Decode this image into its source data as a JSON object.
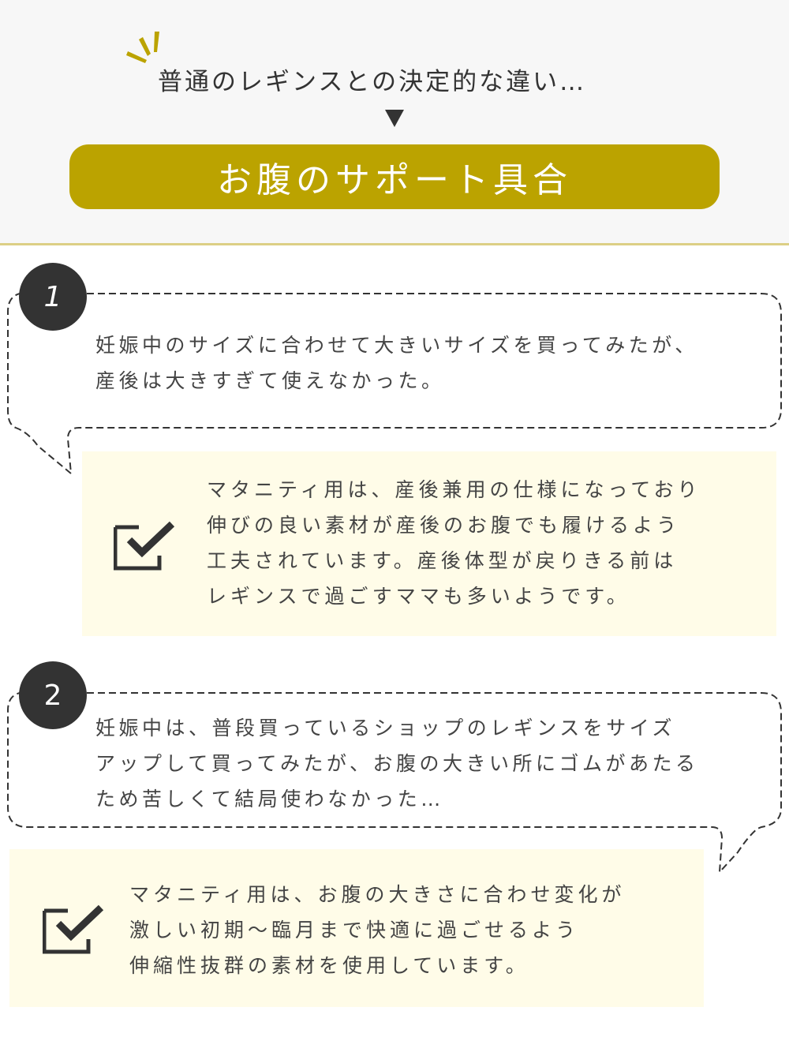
{
  "header": {
    "lead_text": "普通のレギンスとの決定的な違い…",
    "arrow_icon": "triangle-down",
    "title": "お腹のサポート具合",
    "accent_color": "#bba300",
    "line_color": "#dccf85",
    "background": "#f7f7f7"
  },
  "items": [
    {
      "number": "1",
      "question_lines": [
        "妊娠中のサイズに合わせて大きいサイズを買ってみたが、",
        "産後は大きすぎて使えなかった。"
      ],
      "answer_icon": "checkbox-check",
      "answer_lines": [
        "マタニティ用は、産後兼用の仕様になっており",
        "伸びの良い素材が産後のお腹でも履けるよう",
        "工夫されています。産後体型が戻りきる前は",
        "レギンスで過ごすママも多いようです。"
      ]
    },
    {
      "number": "2",
      "question_lines": [
        "妊娠中は、普段買っているショップのレギンスをサイズ",
        "アップして買ってみたが、お腹の大きい所にゴムがあたる",
        "ため苦しくて結局使わなかった…"
      ],
      "answer_icon": "checkbox-check",
      "answer_lines": [
        "マタニティ用は、お腹の大きさに合わせ変化が",
        "激しい初期〜臨月まで快適に過ごせるよう",
        "伸縮性抜群の素材を使用しています。"
      ]
    }
  ],
  "colors": {
    "answer_bg": "#fffce8",
    "badge_bg": "#333333",
    "text": "#444444"
  }
}
